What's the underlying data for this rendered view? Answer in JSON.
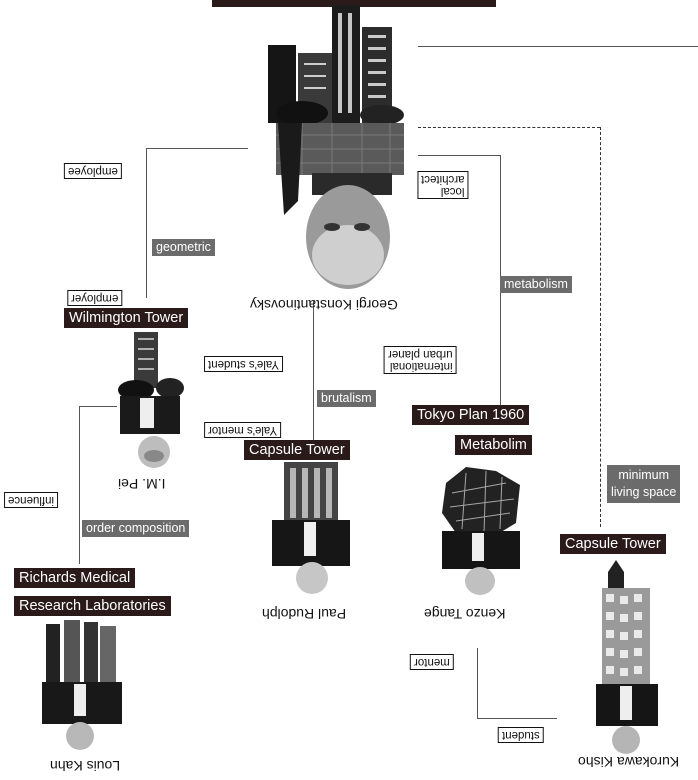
{
  "people": {
    "georgi": "Georgi Konstantinovsky",
    "pei": "I.M. Pei",
    "rudolph": "Paul Rudolph",
    "tange": "Kenzo Tange",
    "kahn": "Louis Kahn",
    "kurokawa": "Kurokawa Kisho"
  },
  "buildings": {
    "wilmington": "Wilmington Tower",
    "capsule_rudolph": "Capsule Tower",
    "tokyo_plan": "Tokyo Plan 1960",
    "metabolim": "Metabolim",
    "richards_1": "Richards Medical",
    "richards_2": "Research Laboratories",
    "capsule_kurokawa": "Capsule Tower"
  },
  "relations": {
    "employee": "employee",
    "employer": "employer",
    "local_architect": "local\narchitect",
    "international_planner": "international\nurban planer",
    "yales_student": "Yale's student",
    "yales_mentor": "Yale's mentor",
    "influence": "influence",
    "mentor": "mentor",
    "student": "student"
  },
  "concepts": {
    "geometric": "geometric",
    "metabolism": "metabolism",
    "brutalism": "brutalism",
    "order_composition": "order composition",
    "minimum_living_1": "minimum",
    "minimum_living_2": "living space"
  }
}
